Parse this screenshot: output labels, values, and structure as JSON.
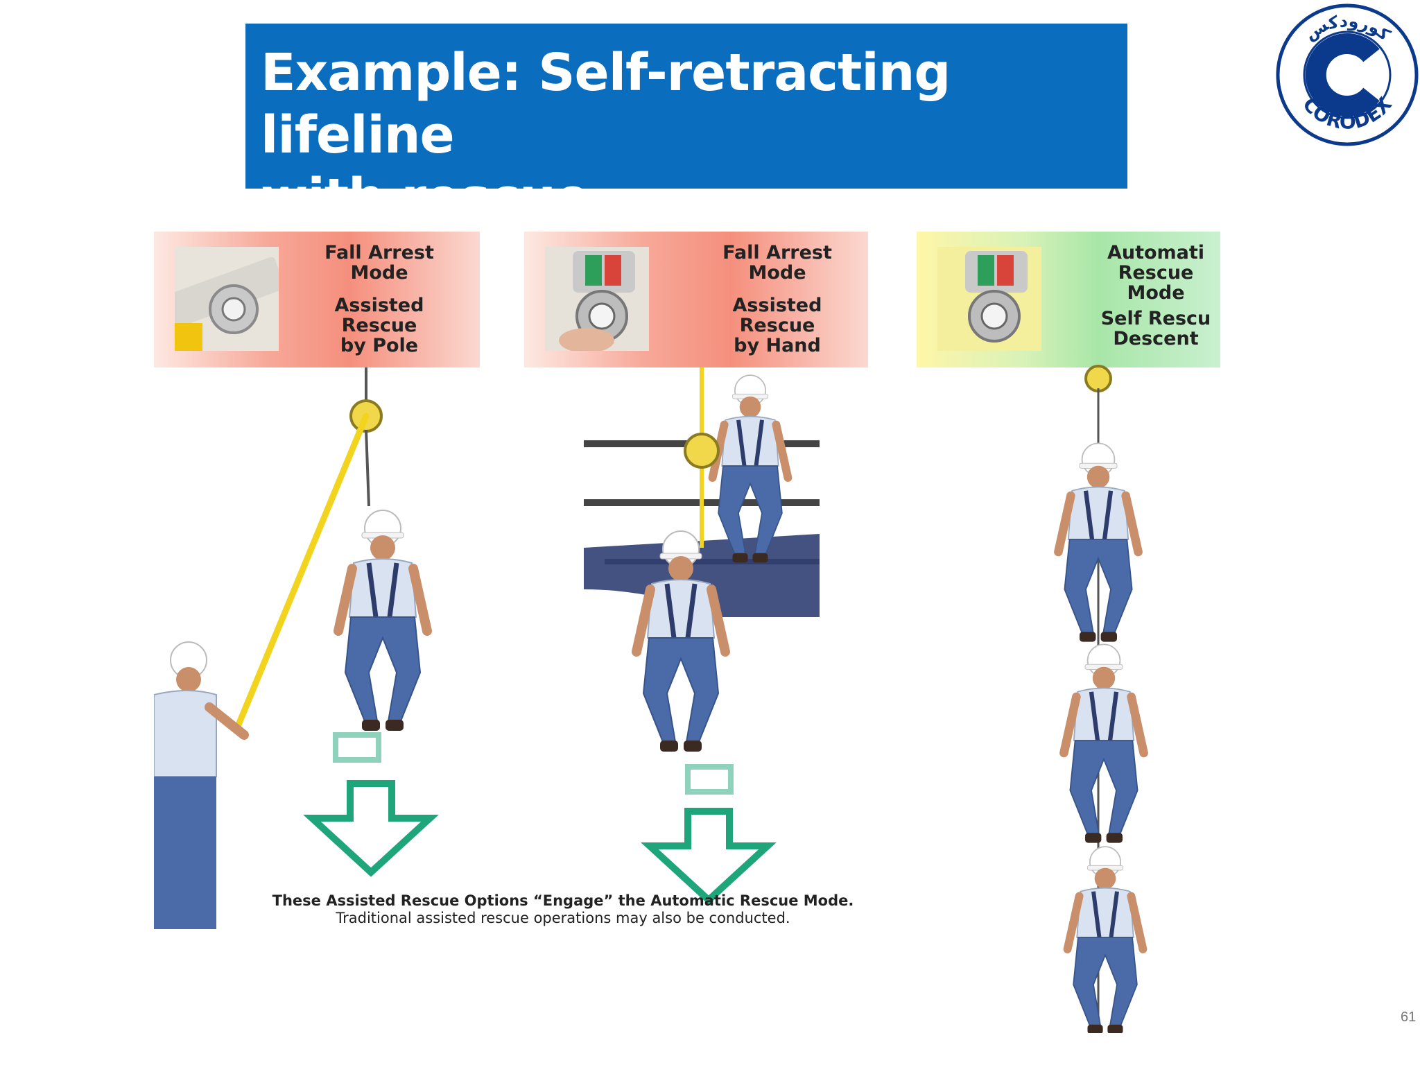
{
  "title": {
    "line1": "Example: Self-retracting lifeline",
    "line2": "with rescue"
  },
  "logo": {
    "arabic_text": "كورودكس",
    "brand_text": "CORODEX",
    "letter": "C",
    "color": "#0b3a8c"
  },
  "panels": [
    {
      "mode": "Fall Arrest",
      "mode_word": "Mode",
      "rescue": "Assisted",
      "rescue2": "Rescue",
      "method": "by Pole"
    },
    {
      "mode": "Fall Arrest",
      "mode_word": "Mode",
      "rescue": "Assisted",
      "rescue2": "Rescue",
      "method": "by Hand"
    },
    {
      "mode": "Automati",
      "mode_word": "Rescue",
      "rescue": "Mode",
      "rescue2": "Self Rescu",
      "method": "Descent"
    }
  ],
  "caption": {
    "line1": "These Assisted Rescue Options “Engage” the Automatic Rescue Mode.",
    "line2": "Traditional assisted rescue operations may also be conducted."
  },
  "page_number": "61",
  "colors": {
    "title_bg": "#0a6dbd",
    "arrow_green": "#1fa57a",
    "hardhat": "#ffffff",
    "jeans": "#4a6aa8",
    "shirt": "#d8e2f0"
  }
}
